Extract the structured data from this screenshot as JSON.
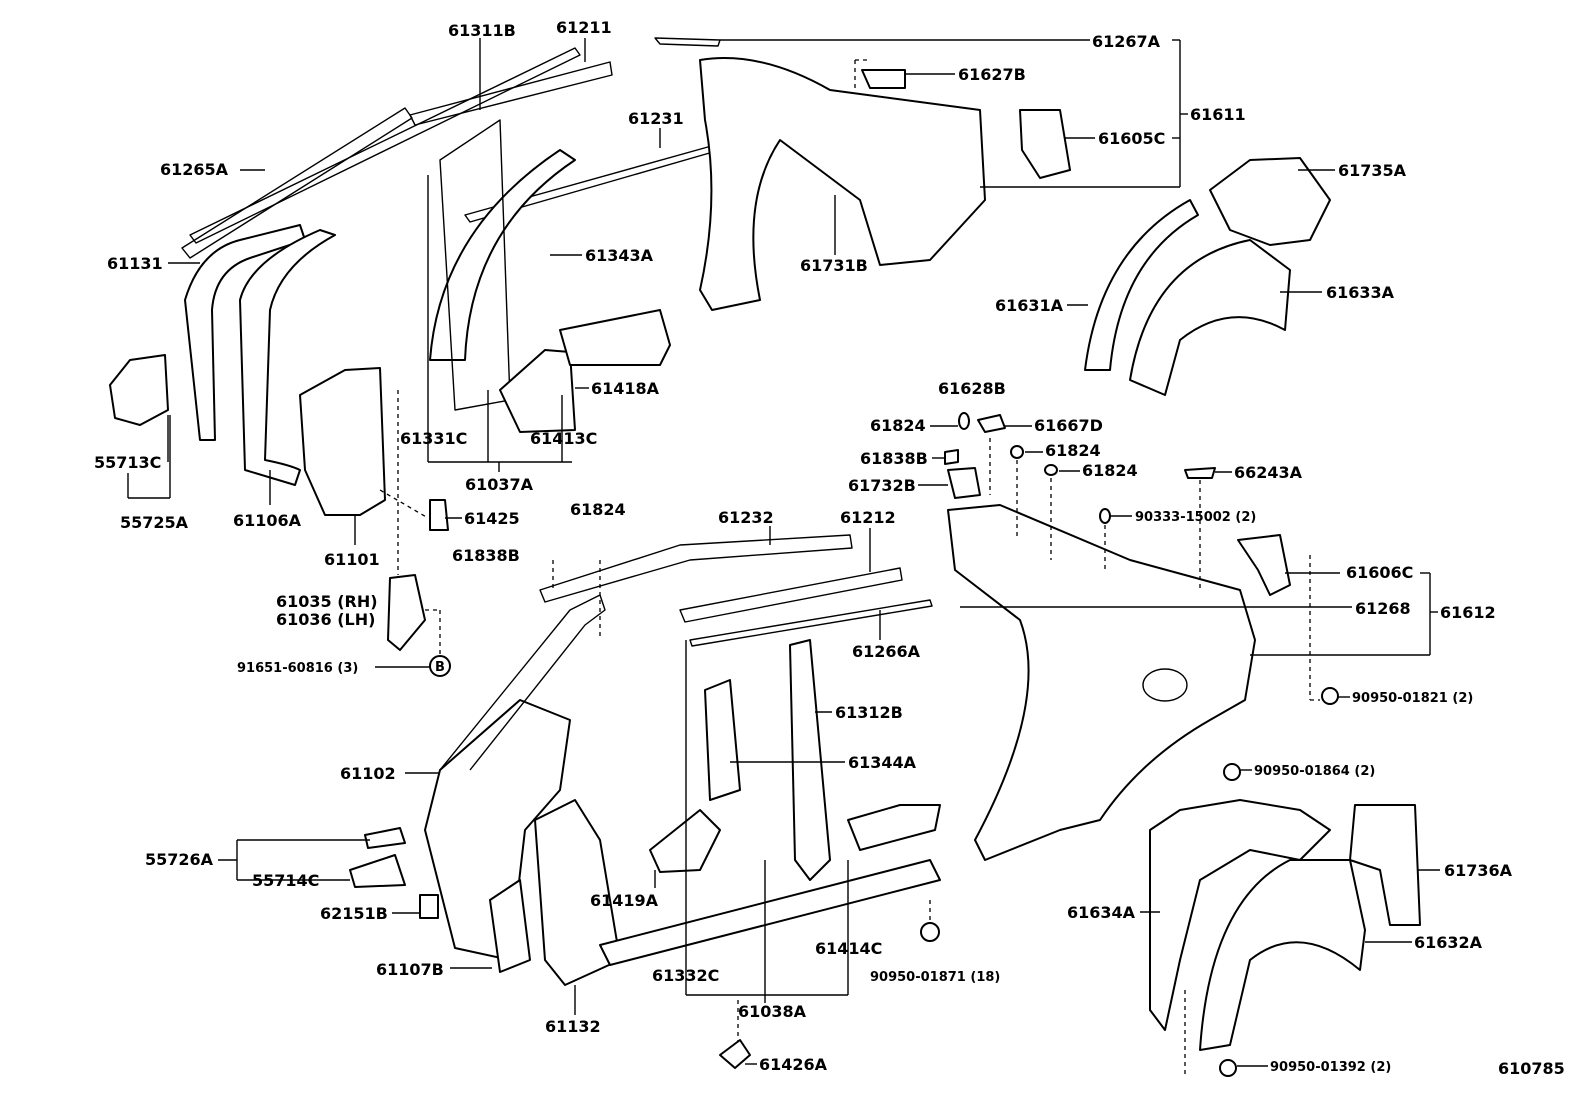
{
  "diagram_id": "610785",
  "labels": {
    "p61311B": "61311B",
    "p61211": "61211",
    "p61267A": "61267A",
    "p61627B": "61627B",
    "p61231": "61231",
    "p61265A": "61265A",
    "p61611": "61611",
    "p61605C": "61605C",
    "p61735A": "61735A",
    "p61131": "61131",
    "p61343A": "61343A",
    "p61731B": "61731B",
    "p61633A": "61633A",
    "p61631A": "61631A",
    "p61418A": "61418A",
    "p55713C": "55713C",
    "p61331C": "61331C",
    "p61413C": "61413C",
    "p61628B": "61628B",
    "p61824a": "61824",
    "p61667D": "61667D",
    "p61824b": "61824",
    "p61037A": "61037A",
    "p61838Ba": "61838B",
    "p61824c": "61824",
    "p61732B": "61732B",
    "p66243A": "66243A",
    "p55725A": "55725A",
    "p61106A": "61106A",
    "p61425": "61425",
    "p61824d": "61824",
    "p61232": "61232",
    "p61212": "61212",
    "p9033315002": "90333-15002 (2)",
    "p61101": "61101",
    "p61838Bb": "61838B",
    "p61606C": "61606C",
    "p61035": "61035 (RH)",
    "p61036": "61036 (LH)",
    "p61268": "61268",
    "p61612": "61612",
    "p61266A": "61266A",
    "p9165160816": "91651-60816 (3)",
    "pB": "B",
    "p9095001821": "90950-01821 (2)",
    "p61312B": "61312B",
    "p61102": "61102",
    "p61344A": "61344A",
    "p9095001864": "90950-01864 (2)",
    "p55726A": "55726A",
    "p55714C": "55714C",
    "p61736A": "61736A",
    "p61419A": "61419A",
    "p62151B": "62151B",
    "p61634A": "61634A",
    "p61632A": "61632A",
    "p61414C": "61414C",
    "p61107B": "61107B",
    "p61332C": "61332C",
    "p9095001871": "90950-01871 (18)",
    "p61038A": "61038A",
    "p61132": "61132",
    "p61426A": "61426A",
    "p9095001392": "90950-01392 (2)"
  }
}
